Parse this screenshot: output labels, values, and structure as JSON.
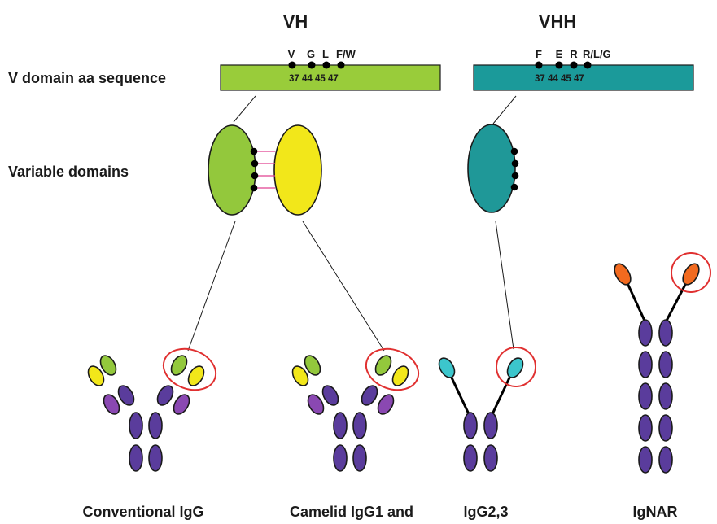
{
  "headers": {
    "vh": "VH",
    "vhh": "VHH"
  },
  "row_labels": {
    "sequence": "V domain aa sequence",
    "variable": "Variable domains"
  },
  "vh_bar": {
    "residues": [
      "V",
      "G",
      "L",
      "F/W"
    ],
    "positions": "37 44 45 47",
    "color": "#99cc3a"
  },
  "vhh_bar": {
    "residues": [
      "F",
      "E",
      "R",
      "R/L/G"
    ],
    "positions": "37 44 45 47",
    "color": "#1b9a9a"
  },
  "colors": {
    "vh_green": "#93c83c",
    "vl_yellow": "#f2e71a",
    "vhh_teal": "#1f9898",
    "constant_purple": "#5a3c9c",
    "light_constant_purple": "#8a48b2",
    "cyan": "#3cc6cc",
    "orange": "#f26a1f",
    "highlight_red": "#e03030",
    "interface_pink": "#e04090"
  },
  "captions": {
    "conventional": "Conventional IgG",
    "camelid": "Camelid IgG1  and",
    "igg23": "IgG2,3",
    "ignar": "IgNAR"
  }
}
